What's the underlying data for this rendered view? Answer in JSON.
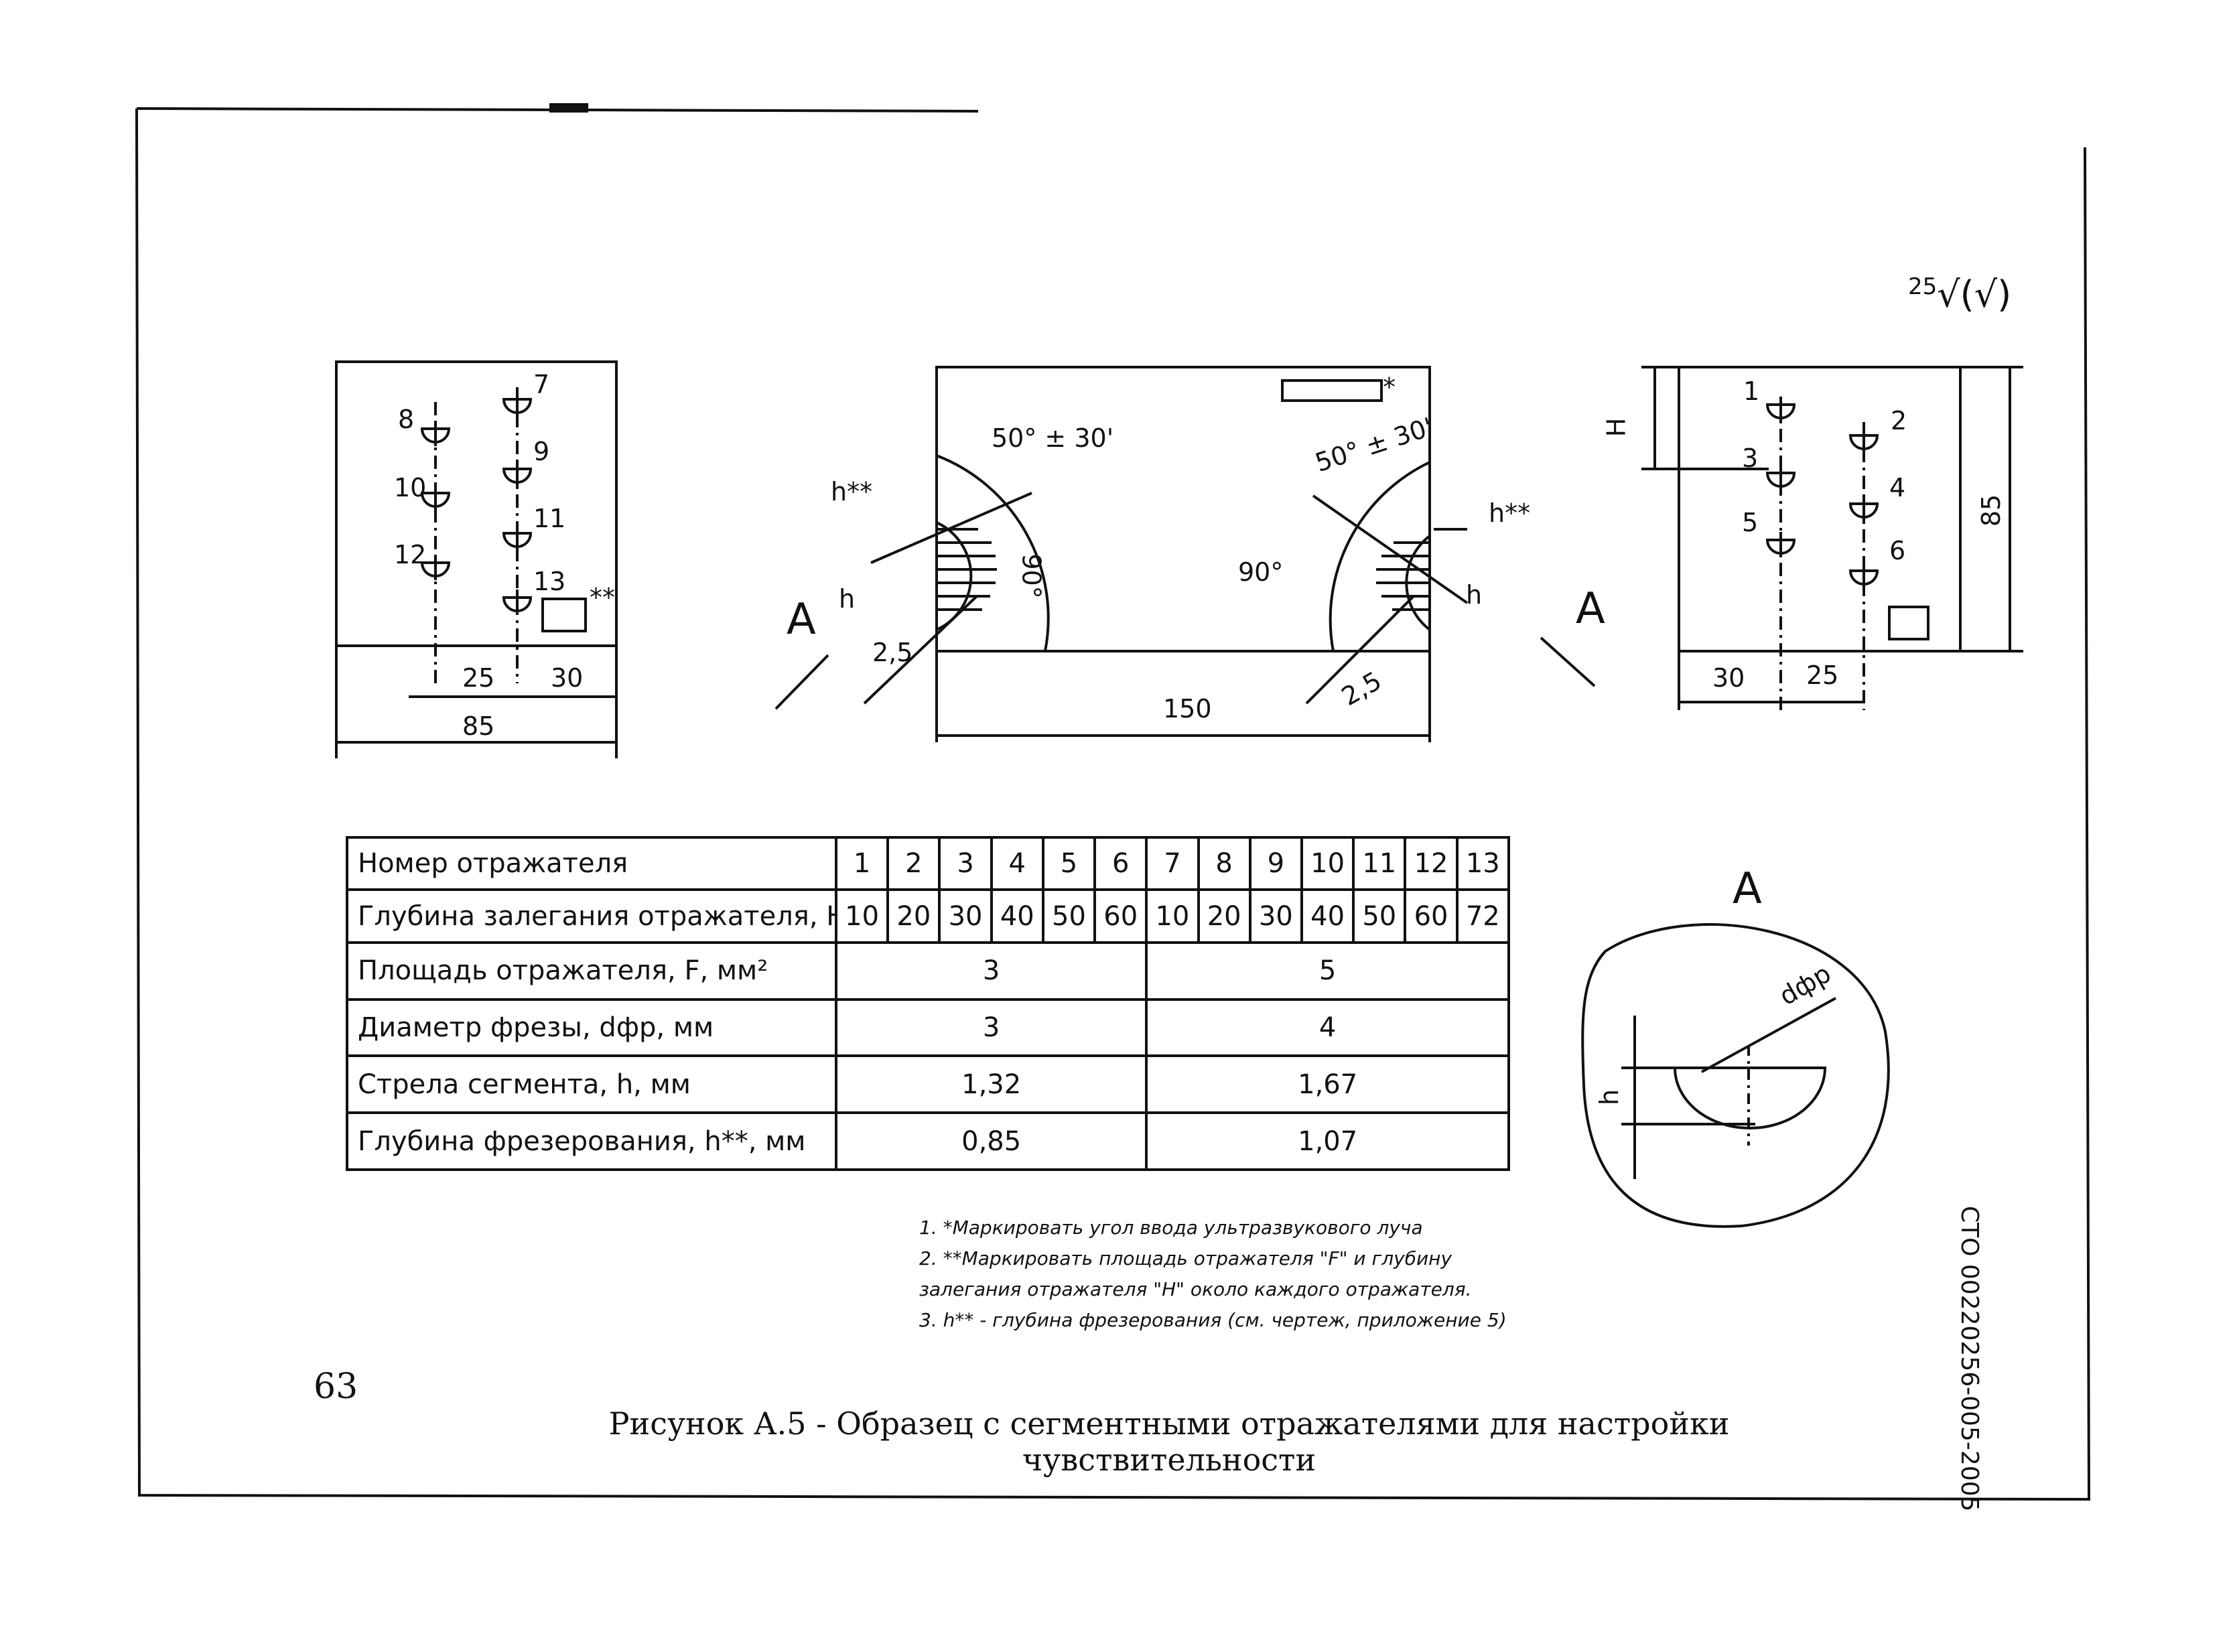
{
  "roughness_mark": {
    "value": "25",
    "symbol": "√(√)"
  },
  "left_view": {
    "reflectors_left": [
      "8",
      "10",
      "12"
    ],
    "reflectors_right": [
      "7",
      "9",
      "11",
      "13"
    ],
    "dims": [
      "25",
      "30",
      "85"
    ],
    "mark": "**"
  },
  "center_view": {
    "angle_left": "50° ± 30'",
    "angle_right": "50° ± 30'",
    "h_double_star": "h**",
    "h": "h",
    "right_angle": "90°",
    "offset": "2,5",
    "view_letter": "A",
    "length": "150",
    "mark": "*"
  },
  "right_view": {
    "reflectors_left": [
      "1",
      "3",
      "5"
    ],
    "reflectors_right": [
      "2",
      "4",
      "6"
    ],
    "H": "H",
    "dims": [
      "30",
      "25",
      "85"
    ]
  },
  "table": {
    "rows": [
      {
        "label": "Номер отражателя",
        "values": [
          "1",
          "2",
          "3",
          "4",
          "5",
          "6",
          "7",
          "8",
          "9",
          "10",
          "11",
          "12",
          "13"
        ]
      },
      {
        "label": "Глубина залегания отражателя, Н, мм",
        "values": [
          "10",
          "20",
          "30",
          "40",
          "50",
          "60",
          "10",
          "20",
          "30",
          "40",
          "50",
          "60",
          "72"
        ]
      },
      {
        "label": "Площадь отражателя, F, мм²",
        "values": [
          "3",
          "5"
        ]
      },
      {
        "label": "Диаметр фрезы, dфр, мм",
        "values": [
          "3",
          "4"
        ]
      },
      {
        "label": "Стрела сегмента, h, мм",
        "values": [
          "1,32",
          "1,67"
        ]
      },
      {
        "label": "Глубина фрезерования, h**, мм",
        "values": [
          "0,85",
          "1,07"
        ]
      }
    ]
  },
  "detail": {
    "letter": "A",
    "h": "h",
    "diameter": "dфр"
  },
  "notes": [
    "1. *Маркировать угол ввода ультразвукового луча",
    "2. **Маркировать площадь отражателя \"F\" и глубину",
    "залегания отражателя \"Н\" около каждого отражателя.",
    "3. h** - глубина фрезерования (см. чертеж, приложение 5)"
  ],
  "page_number": "63",
  "caption": "Рисунок А.5 - Образец с сегментными отражателями для настройки чувствительности",
  "document_code": "СТО 00220256-005-2005"
}
